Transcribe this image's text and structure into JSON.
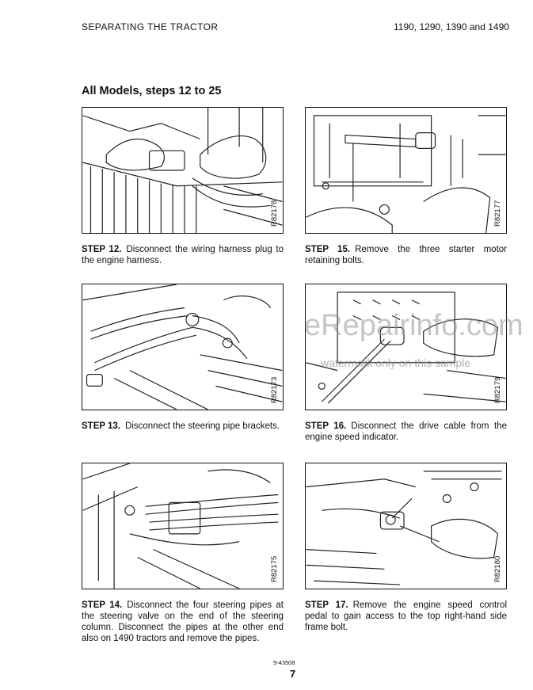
{
  "header": {
    "left": "SEPARATING THE TRACTOR",
    "right": "1190, 1290, 1390 and 1490"
  },
  "section_title": "All Models, steps 12 to 25",
  "figures": [
    {
      "code": "R82178",
      "label": "STEP 12.",
      "text": "Disconnect the wiring harness plug to the engine harness."
    },
    {
      "code": "R82177",
      "label": "STEP 15.",
      "text": "Remove the three starter motor retaining bolts."
    },
    {
      "code": "R82173",
      "label": "STEP 13.",
      "text": "Disconnect the steering pipe brackets."
    },
    {
      "code": "R82179",
      "label": "STEP 16.",
      "text": "Disconnect the drive cable from the engine speed indicator."
    },
    {
      "code": "R82175",
      "label": "STEP 14.",
      "text": "Disconnect the four steering pipes at the steering valve on the end of the steering column. Disconnect the pipes at the other end also on 1490 tractors and remove the pipes."
    },
    {
      "code": "R82180",
      "label": "STEP 17.",
      "text": "Remove the engine speed control pedal to gain access to the top right-hand side frame bolt."
    }
  ],
  "watermark": {
    "main": "eRepairinfo.com",
    "sub": "watermark only on this sample"
  },
  "footer": {
    "doc_code": "9-43508",
    "page": "7"
  }
}
